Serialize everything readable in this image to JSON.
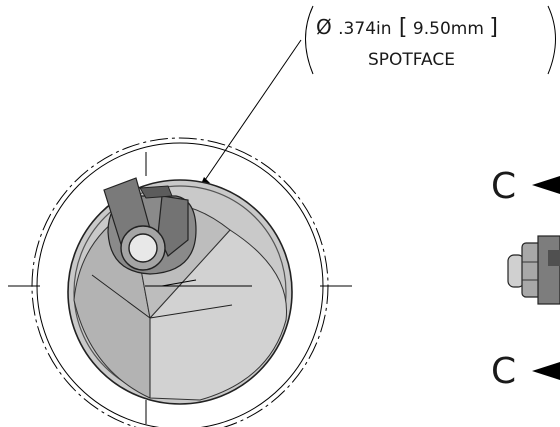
{
  "callout": {
    "symbol": "Ø",
    "dimension_in": ".374in",
    "dimension_mm": "9.50mm",
    "feature": "SPOTFACE"
  },
  "section_marks": {
    "top_letter": "C",
    "bottom_letter": "C"
  },
  "colors": {
    "line": "#000000",
    "part_light": "#c9c9c9",
    "part_mid": "#a6a6a6",
    "part_dark": "#6e6e6e"
  }
}
